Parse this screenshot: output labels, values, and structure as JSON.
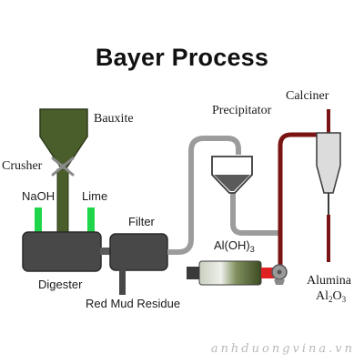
{
  "title": "Bayer Process",
  "labels": {
    "bauxite": "Bauxite",
    "crusher": "Crusher",
    "naoh": "NaOH",
    "lime": "Lime",
    "filter": "Filter",
    "digester": "Digester",
    "red_mud": "Red Mud Residue",
    "precipitator": "Precipitator",
    "calciner": "Calciner",
    "aloh3_base": "Al(OH)",
    "aloh3_sub": "3",
    "alumina": "Alumina",
    "al2o3_a": "Al",
    "al2o3_sub1": "2",
    "al2o3_b": "O",
    "al2o3_sub2": "3"
  },
  "watermark": "anhduongvina.vn",
  "icons": [
    "crusher-x-icon",
    "fan-icon"
  ],
  "colors": {
    "bauxite_hopper": "#4a5e2c",
    "tank": "#484848",
    "pipe": "#9c9c9c",
    "reagent": "#1fd64a",
    "calciner_pipe": "#7a1414",
    "heater_red": "#e02222"
  }
}
